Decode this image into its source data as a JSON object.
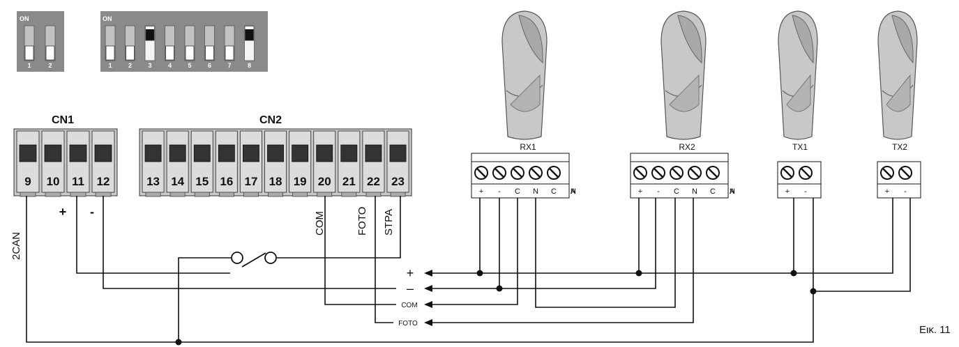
{
  "dip_small": {
    "on_label": "ON",
    "switch_numbers": [
      "1",
      "2"
    ],
    "states": [
      "off",
      "off"
    ]
  },
  "dip_large": {
    "on_label": "ON",
    "switch_numbers": [
      "1",
      "2",
      "3",
      "4",
      "5",
      "6",
      "7",
      "8"
    ],
    "states": [
      "off",
      "off",
      "on",
      "off",
      "off",
      "off",
      "off",
      "on"
    ]
  },
  "cn1": {
    "title": "CN1",
    "terminals": [
      "9",
      "10",
      "11",
      "12"
    ]
  },
  "cn2": {
    "title": "CN2",
    "terminals": [
      "13",
      "14",
      "15",
      "16",
      "17",
      "18",
      "19",
      "20",
      "21",
      "22",
      "23"
    ]
  },
  "terminal_labels": {
    "t9": "2CAN",
    "t11": "+",
    "t12": "-",
    "t20": "COM",
    "t22": "FOTO",
    "t23": "STPA"
  },
  "devices": {
    "rx1": {
      "label": "RX1",
      "pins": [
        "+",
        "-",
        "C",
        "N",
        "C",
        "N",
        "A"
      ]
    },
    "rx2": {
      "label": "RX2",
      "pins": [
        "+",
        "-",
        "C",
        "N",
        "C",
        "N",
        "A"
      ]
    },
    "tx1": {
      "label": "TX1",
      "pins": [
        "+",
        "-"
      ]
    },
    "tx2": {
      "label": "TX2",
      "pins": [
        "+",
        "-"
      ]
    }
  },
  "bus_labels": {
    "plus": "+",
    "minus": "–",
    "com": "COM",
    "foto": "FOTO"
  },
  "figure_caption": "Εικ. 11"
}
